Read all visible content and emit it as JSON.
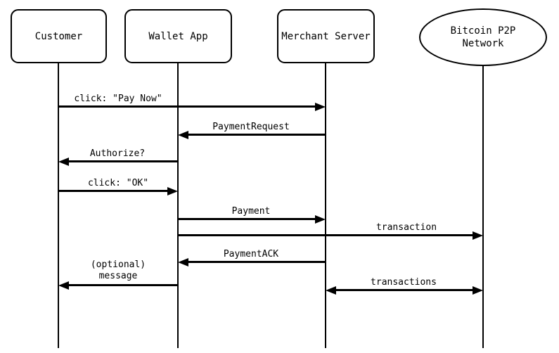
{
  "diagram": {
    "type": "sequence-diagram",
    "subject": "Bitcoin payment protocol",
    "colors": {
      "background": "#ffffff",
      "line": "#000000",
      "actor_fill": "#ffffff",
      "text": "#000000"
    },
    "actors": [
      {
        "name": "Customer",
        "shape": "rounded-rect"
      },
      {
        "name": "Wallet App",
        "shape": "rounded-rect"
      },
      {
        "name": "Merchant Server",
        "shape": "rounded-rect"
      },
      {
        "name": "Bitcoin P2P Network",
        "shape": "ellipse"
      }
    ],
    "messages": [
      {
        "label": "click: \"Pay Now\"",
        "from": "Customer",
        "to": "Merchant Server",
        "direction": "right"
      },
      {
        "label": "PaymentRequest",
        "from": "Merchant Server",
        "to": "Wallet App",
        "direction": "left"
      },
      {
        "label": "Authorize?",
        "from": "Wallet App",
        "to": "Customer",
        "direction": "left"
      },
      {
        "label": "click: \"OK\"",
        "from": "Customer",
        "to": "Wallet App",
        "direction": "right"
      },
      {
        "label": "Payment",
        "from": "Wallet App",
        "to": "Merchant Server",
        "direction": "right"
      },
      {
        "label": "transaction",
        "from": "Wallet App",
        "to": "Bitcoin P2P Network",
        "direction": "right"
      },
      {
        "label": "PaymentACK",
        "from": "Merchant Server",
        "to": "Wallet App",
        "direction": "left"
      },
      {
        "label": "(optional) message",
        "from": "Wallet App",
        "to": "Customer",
        "direction": "left"
      },
      {
        "label": "transactions",
        "from": "Merchant Server",
        "to": "Bitcoin P2P Network",
        "direction": "both"
      }
    ]
  }
}
